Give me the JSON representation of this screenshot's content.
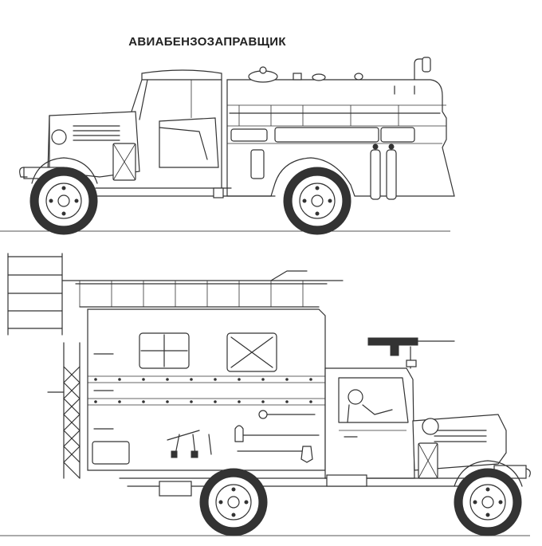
{
  "title": "АВИАБЕНЗОЗАПРАВЩИК",
  "top_vehicle_icon": "fuel-tanker-truck-side-view",
  "bottom_vehicle_icon": "workshop-van-truck-side-view"
}
